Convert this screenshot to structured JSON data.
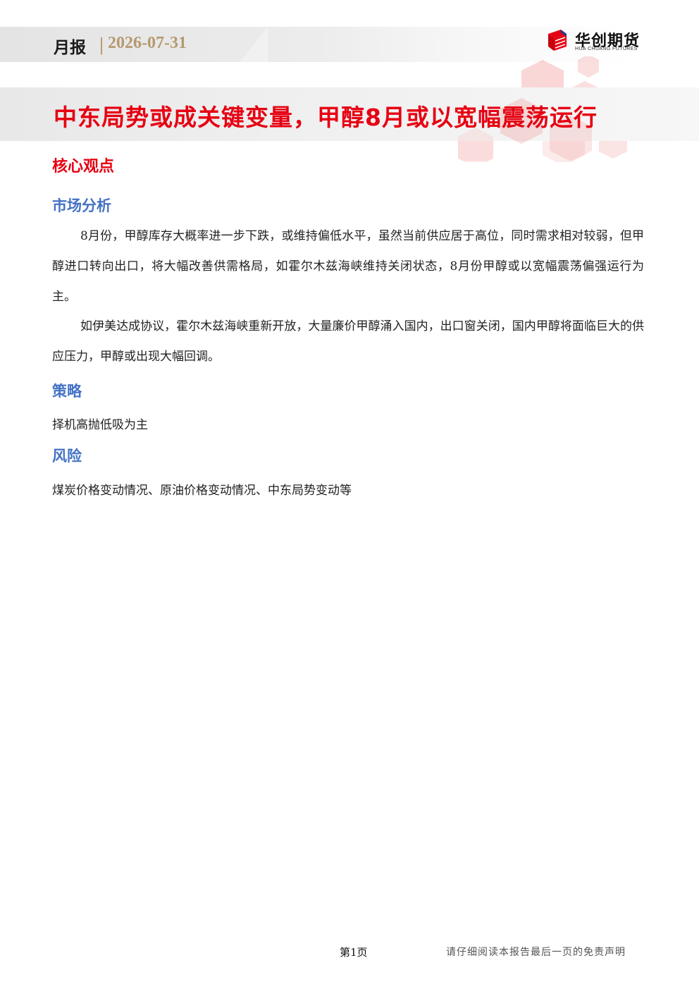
{
  "header": {
    "report_type": "月报",
    "separator": "|",
    "date": "2026-07-31"
  },
  "logo": {
    "name": "华创期货",
    "subtitle": "HUA CHUANG FUTURES",
    "mark_color": "#e60012",
    "mark_accent": "#1f3f8f"
  },
  "title": "中东局势或成关键变量，甲醇8月或以宽幅震荡运行",
  "core_heading": "核心观点",
  "market_analysis": {
    "heading": "市场分析",
    "paragraphs": [
      "8月份，甲醇库存大概率进一步下跌，或维持偏低水平，虽然当前供应居于高位，同时需求相对较弱，但甲醇进口转向出口，将大幅改善供需格局，如霍尔木兹海峡维持关闭状态，8月份甲醇或以宽幅震荡偏强运行为主。",
      "如伊美达成协议，霍尔木兹海峡重新开放，大量廉价甲醇涌入国内，出口窗关闭，国内甲醇将面临巨大的供应压力，甲醇或出现大幅回调。"
    ]
  },
  "strategy": {
    "heading": "策略",
    "text": "择机高抛低吸为主"
  },
  "risk": {
    "heading": "风险",
    "text": "煤炭价格变动情况、原油价格变动情况、中东局势变动等"
  },
  "footer": {
    "page": "第1页",
    "disclaimer": "请仔细阅读本报告最后一页的免责声明"
  },
  "colors": {
    "title_red": "#e60012",
    "section_blue": "#4472c4",
    "date_gold": "#b59a6f"
  }
}
